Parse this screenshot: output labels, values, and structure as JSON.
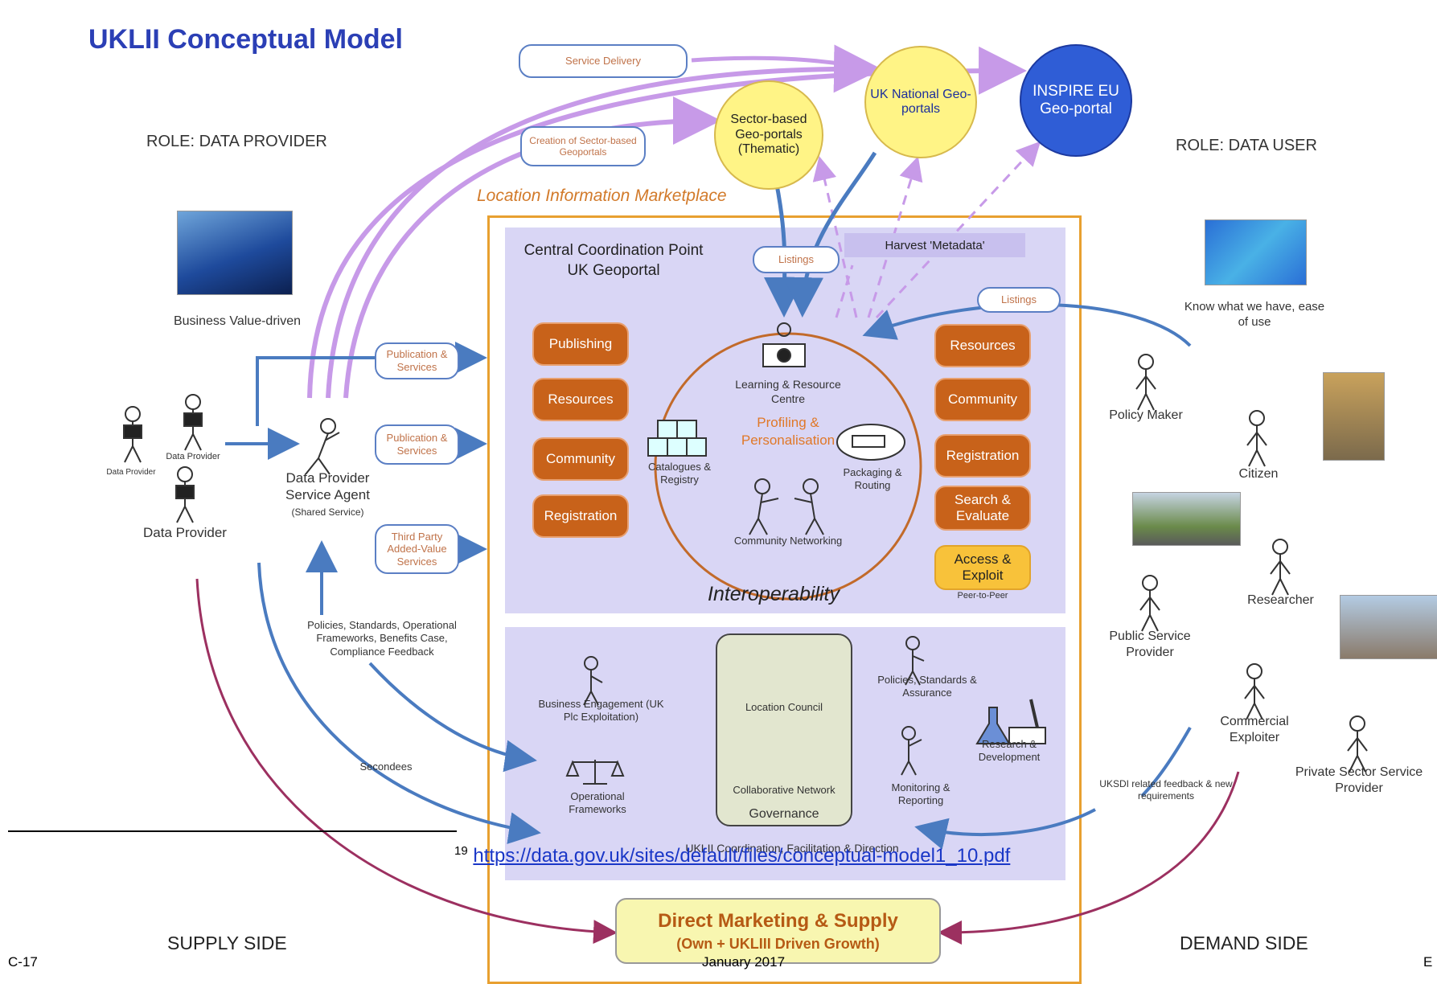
{
  "title": "UKLII Conceptual Model",
  "roles": {
    "provider": "ROLE:  DATA PROVIDER",
    "user": "ROLE:  DATA USER"
  },
  "marketplace_label": "Location Information Marketplace",
  "top_pills": {
    "service_delivery": "Service Delivery",
    "creation_sector": "Creation of Sector-based Geoportals"
  },
  "portals": {
    "sector": "Sector-based Geo-portals (Thematic)",
    "national": "UK National Geo-portals",
    "inspire": "INSPIRE EU Geo-portal"
  },
  "ccp": {
    "title": "Central Coordination Point UK Geoportal",
    "harvest": "Harvest 'Metadata'",
    "listings_top": "Listings",
    "listings_right": "Listings",
    "left_buttons": [
      "Publishing",
      "Resources",
      "Community",
      "Registration"
    ],
    "right_buttons": [
      "Resources",
      "Community",
      "Registration",
      "Search & Evaluate"
    ],
    "access": "Access & Exploit",
    "peer": "Peer-to-Peer",
    "learning": "Learning & Resource Centre",
    "profiling": "Profiling & Personalisation",
    "catalogues": "Catalogues & Registry",
    "packaging": "Packaging & Routing",
    "community_networking": "Community Networking",
    "interoperability": "Interoperability"
  },
  "governance": {
    "business_engagement": "Business Engagement (UK Plc Exploitation)",
    "operational_frameworks": "Operational Frameworks",
    "location_council": "Location Council",
    "collaborative_network": "Collaborative Network",
    "governance": "Governance",
    "policies": "Policies, Standards & Assurance",
    "research": "Research & Development",
    "monitoring": "Monitoring & Reporting",
    "coordination": "UKLII Coordination, Facilitation & Direction"
  },
  "provider_side": {
    "business_value": "Business Value-driven",
    "data_provider_small_1": "Data Provider",
    "data_provider_small_2": "Data Provider",
    "data_provider": "Data Provider",
    "agent": "Data Provider Service Agent",
    "agent_note": "(Shared Service)",
    "pub_services_1": "Publication & Services",
    "pub_services_2": "Publication & Services",
    "third_party": "Third Party Added-Value Services",
    "policies_note": "Policies, Standards, Operational Frameworks, Benefits Case, Compliance Feedback",
    "secondees": "Secondees"
  },
  "user_side": {
    "know": "Know what we have, ease of use",
    "policy_maker": "Policy Maker",
    "citizen": "Citizen",
    "researcher": "Researcher",
    "public_service": "Public Service Provider",
    "commercial": "Commercial Exploiter",
    "private": "Private Sector Service Provider",
    "feedback": "UKSDI related feedback & new requirements"
  },
  "direct_marketing": {
    "title": "Direct Marketing & Supply",
    "subtitle": "(Own + UKLIII Driven Growth)"
  },
  "supply_side": "SUPPLY SIDE",
  "demand_side": "DEMAND SIDE",
  "footnote": {
    "number": "19",
    "url": "https://data.gov.uk/sites/default/files/conceptual-model1_10.pdf"
  },
  "footer": {
    "left": "C-17",
    "center": "January 2017",
    "right": "E"
  },
  "colors": {
    "blue_arrow": "#4a7bc0",
    "purple_arrow": "#c79ae8",
    "maroon_arrow": "#9c3060",
    "orange": "#c8621a"
  }
}
